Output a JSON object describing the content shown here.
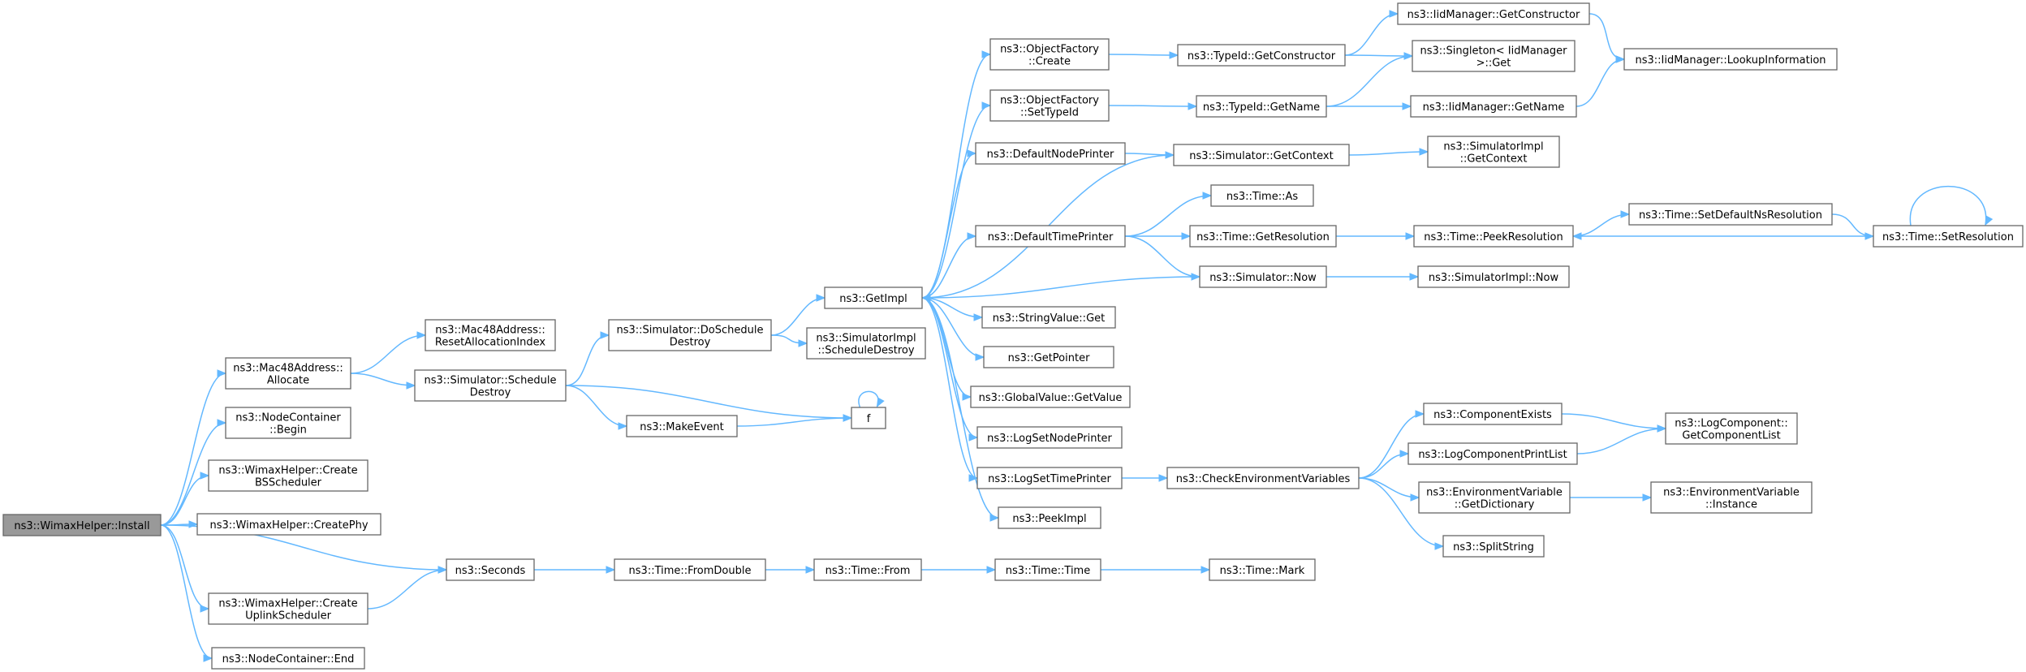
{
  "graph": {
    "colors": {
      "edge": "#63b8ff",
      "node_border": "#666666",
      "root_fill": "#999999",
      "node_fill": "#ffffff"
    },
    "nodes": [
      {
        "id": "install",
        "lines": [
          "ns3::WimaxHelper::Install"
        ]
      },
      {
        "id": "mac48alloc",
        "lines": [
          "ns3::Mac48Address::",
          "Allocate"
        ]
      },
      {
        "id": "ncbegin",
        "lines": [
          "ns3::NodeContainer",
          "::Begin"
        ]
      },
      {
        "id": "createbs",
        "lines": [
          "ns3::WimaxHelper::Create",
          "BSScheduler"
        ]
      },
      {
        "id": "createphy",
        "lines": [
          "ns3::WimaxHelper::CreatePhy"
        ]
      },
      {
        "id": "createul",
        "lines": [
          "ns3::WimaxHelper::Create",
          "UplinkScheduler"
        ]
      },
      {
        "id": "ncend",
        "lines": [
          "ns3::NodeContainer::End"
        ]
      },
      {
        "id": "resetalloc",
        "lines": [
          "ns3::Mac48Address::",
          "ResetAllocationIndex"
        ]
      },
      {
        "id": "schedule",
        "lines": [
          "ns3::Simulator::Schedule",
          "Destroy"
        ]
      },
      {
        "id": "seconds",
        "lines": [
          "ns3::Seconds"
        ]
      },
      {
        "id": "doschedule",
        "lines": [
          "ns3::Simulator::DoSchedule",
          "Destroy"
        ]
      },
      {
        "id": "makeevent",
        "lines": [
          "ns3::MakeEvent"
        ]
      },
      {
        "id": "f",
        "lines": [
          "f"
        ]
      },
      {
        "id": "fromdouble",
        "lines": [
          "ns3::Time::FromDouble"
        ]
      },
      {
        "id": "from",
        "lines": [
          "ns3::Time::From"
        ]
      },
      {
        "id": "timetime",
        "lines": [
          "ns3::Time::Time"
        ]
      },
      {
        "id": "mark",
        "lines": [
          "ns3::Time::Mark"
        ]
      },
      {
        "id": "getimpl",
        "lines": [
          "ns3::GetImpl"
        ]
      },
      {
        "id": "simimplsched",
        "lines": [
          "ns3::SimulatorImpl",
          "::ScheduleDestroy"
        ]
      },
      {
        "id": "ofcreate",
        "lines": [
          "ns3::ObjectFactory",
          "::Create"
        ]
      },
      {
        "id": "ofsettype",
        "lines": [
          "ns3::ObjectFactory",
          "::SetTypeId"
        ]
      },
      {
        "id": "defnode",
        "lines": [
          "ns3::DefaultNodePrinter"
        ]
      },
      {
        "id": "deftime",
        "lines": [
          "ns3::DefaultTimePrinter"
        ]
      },
      {
        "id": "strget",
        "lines": [
          "ns3::StringValue::Get"
        ]
      },
      {
        "id": "getptr",
        "lines": [
          "ns3::GetPointer"
        ]
      },
      {
        "id": "gvget",
        "lines": [
          "ns3::GlobalValue::GetValue"
        ]
      },
      {
        "id": "lognode",
        "lines": [
          "ns3::LogSetNodePrinter"
        ]
      },
      {
        "id": "logtime",
        "lines": [
          "ns3::LogSetTimePrinter"
        ]
      },
      {
        "id": "peekimpl",
        "lines": [
          "ns3::PeekImpl"
        ]
      },
      {
        "id": "tidgetctor",
        "lines": [
          "ns3::TypeId::GetConstructor"
        ]
      },
      {
        "id": "tidgetname",
        "lines": [
          "ns3::TypeId::GetName"
        ]
      },
      {
        "id": "simgetctx",
        "lines": [
          "ns3::Simulator::GetContext"
        ]
      },
      {
        "id": "timeas",
        "lines": [
          "ns3::Time::As"
        ]
      },
      {
        "id": "timegetres",
        "lines": [
          "ns3::Time::GetResolution"
        ]
      },
      {
        "id": "simnow",
        "lines": [
          "ns3::Simulator::Now"
        ]
      },
      {
        "id": "checkenv",
        "lines": [
          "ns3::CheckEnvironmentVariables"
        ]
      },
      {
        "id": "iidgetctor",
        "lines": [
          "ns3::IidManager::GetConstructor"
        ]
      },
      {
        "id": "singleton",
        "lines": [
          "ns3::Singleton< IidManager",
          " >::Get"
        ]
      },
      {
        "id": "iidgetname",
        "lines": [
          "ns3::IidManager::GetName"
        ]
      },
      {
        "id": "simimplctx",
        "lines": [
          "ns3::SimulatorImpl",
          "::GetContext"
        ]
      },
      {
        "id": "peekres",
        "lines": [
          "ns3::Time::PeekResolution"
        ]
      },
      {
        "id": "simimplnow",
        "lines": [
          "ns3::SimulatorImpl::Now"
        ]
      },
      {
        "id": "compexists",
        "lines": [
          "ns3::ComponentExists"
        ]
      },
      {
        "id": "logcompprint",
        "lines": [
          "ns3::LogComponentPrintList"
        ]
      },
      {
        "id": "envdict",
        "lines": [
          "ns3::EnvironmentVariable",
          "::GetDictionary"
        ]
      },
      {
        "id": "splitstr",
        "lines": [
          "ns3::SplitString"
        ]
      },
      {
        "id": "iidlookup",
        "lines": [
          "ns3::IidManager::LookupInformation"
        ]
      },
      {
        "id": "setdefres",
        "lines": [
          "ns3::Time::SetDefaultNsResolution"
        ]
      },
      {
        "id": "setres",
        "lines": [
          "ns3::Time::SetResolution"
        ]
      },
      {
        "id": "getcomplist",
        "lines": [
          "ns3::LogComponent::",
          "GetComponentList"
        ]
      },
      {
        "id": "envinst",
        "lines": [
          "ns3::EnvironmentVariable",
          "::Instance"
        ]
      }
    ],
    "edges": [
      [
        "install",
        "mac48alloc"
      ],
      [
        "install",
        "ncbegin"
      ],
      [
        "install",
        "createbs"
      ],
      [
        "install",
        "createphy"
      ],
      [
        "install",
        "seconds"
      ],
      [
        "install",
        "createul"
      ],
      [
        "install",
        "ncend"
      ],
      [
        "mac48alloc",
        "resetalloc"
      ],
      [
        "mac48alloc",
        "schedule"
      ],
      [
        "schedule",
        "doschedule"
      ],
      [
        "schedule",
        "makeevent"
      ],
      [
        "schedule",
        "f"
      ],
      [
        "makeevent",
        "f"
      ],
      [
        "f",
        "f"
      ],
      [
        "doschedule",
        "getimpl"
      ],
      [
        "doschedule",
        "simimplsched"
      ],
      [
        "seconds",
        "fromdouble"
      ],
      [
        "createul",
        "seconds"
      ],
      [
        "fromdouble",
        "from"
      ],
      [
        "from",
        "timetime"
      ],
      [
        "timetime",
        "mark"
      ],
      [
        "getimpl",
        "ofcreate"
      ],
      [
        "getimpl",
        "ofsettype"
      ],
      [
        "getimpl",
        "defnode"
      ],
      [
        "getimpl",
        "deftime"
      ],
      [
        "getimpl",
        "strget"
      ],
      [
        "getimpl",
        "getptr"
      ],
      [
        "getimpl",
        "gvget"
      ],
      [
        "getimpl",
        "lognode"
      ],
      [
        "getimpl",
        "logtime"
      ],
      [
        "getimpl",
        "peekimpl"
      ],
      [
        "simgetctx",
        "getimpl"
      ],
      [
        "simnow",
        "getimpl"
      ],
      [
        "ofcreate",
        "tidgetctor"
      ],
      [
        "ofsettype",
        "tidgetname"
      ],
      [
        "defnode",
        "simgetctx"
      ],
      [
        "deftime",
        "timeas"
      ],
      [
        "deftime",
        "timegetres"
      ],
      [
        "deftime",
        "simnow"
      ],
      [
        "logtime",
        "checkenv"
      ],
      [
        "tidgetctor",
        "iidgetctor"
      ],
      [
        "tidgetctor",
        "singleton"
      ],
      [
        "tidgetname",
        "singleton"
      ],
      [
        "tidgetname",
        "iidgetname"
      ],
      [
        "simgetctx",
        "simimplctx"
      ],
      [
        "timegetres",
        "peekres"
      ],
      [
        "simnow",
        "simimplnow"
      ],
      [
        "checkenv",
        "compexists"
      ],
      [
        "checkenv",
        "logcompprint"
      ],
      [
        "checkenv",
        "envdict"
      ],
      [
        "checkenv",
        "splitstr"
      ],
      [
        "iidgetctor",
        "iidlookup"
      ],
      [
        "iidgetname",
        "iidlookup"
      ],
      [
        "peekres",
        "setdefres"
      ],
      [
        "setdefres",
        "setres"
      ],
      [
        "setres",
        "peekres"
      ],
      [
        "setres",
        "setres"
      ],
      [
        "compexists",
        "getcomplist"
      ],
      [
        "logcompprint",
        "getcomplist"
      ],
      [
        "envdict",
        "envinst"
      ]
    ]
  }
}
